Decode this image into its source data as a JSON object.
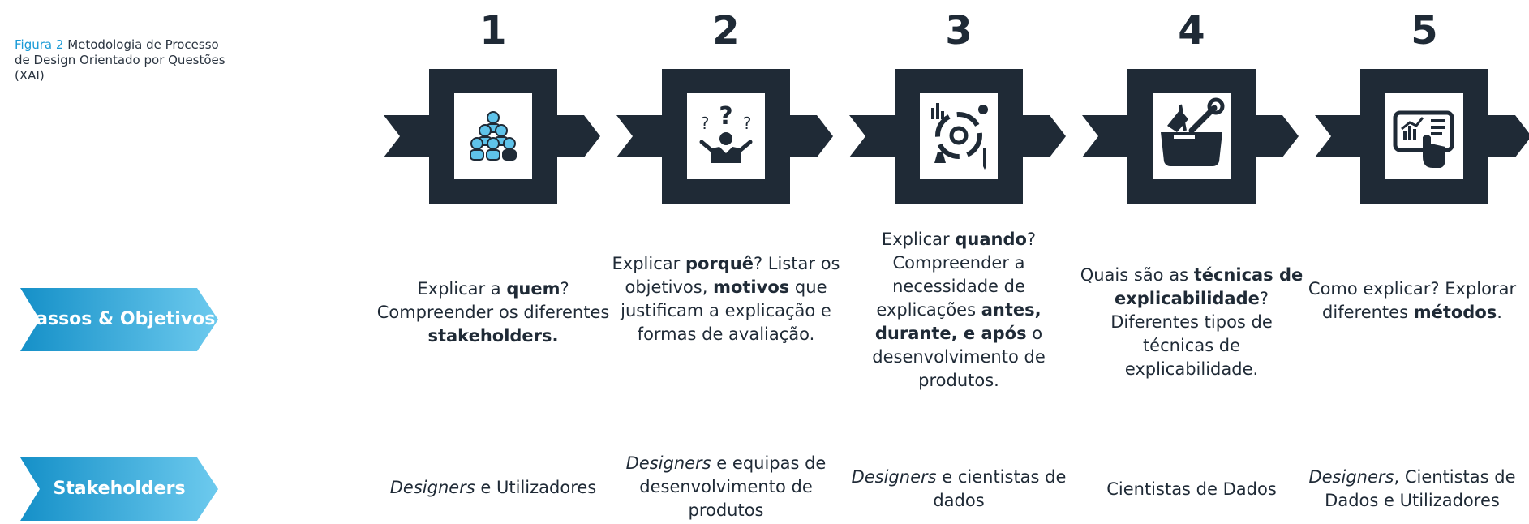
{
  "caption": {
    "figure_label": "Figura 2",
    "text": "Metodologia de Processo de Design Orientado por Questões (XAI)"
  },
  "rows": {
    "goals_label": "Passos & Objetivos",
    "stakeholders_label": "Stakeholders"
  },
  "colors": {
    "dark": "#1f2a36",
    "accent": "#1a9ad6",
    "chevron_light": "#62c6ec"
  },
  "steps": [
    {
      "number": "1",
      "icon": "people-group-icon",
      "goals": [
        {
          "t": "Explicar a "
        },
        {
          "t": "quem",
          "b": true
        },
        {
          "t": "? Compreender os diferentes "
        },
        {
          "t": "stakeholders.",
          "b": true
        }
      ],
      "stakeholders": [
        {
          "t": "Designers",
          "i": true
        },
        {
          "t": " e Utilizadores"
        }
      ]
    },
    {
      "number": "2",
      "icon": "question-person-icon",
      "goals": [
        {
          "t": "Explicar "
        },
        {
          "t": "porquê",
          "b": true
        },
        {
          "t": "? Listar os objetivos, "
        },
        {
          "t": "motivos",
          "b": true
        },
        {
          "t": " que justificam a explicação e formas de avaliação."
        }
      ],
      "stakeholders": [
        {
          "t": "Designers",
          "i": true
        },
        {
          "t": " e equipas de desenvolvimento de produtos"
        }
      ]
    },
    {
      "number": "3",
      "icon": "process-cycle-icon",
      "goals": [
        {
          "t": "Explicar "
        },
        {
          "t": "quando",
          "b": true
        },
        {
          "t": "? Compreender a necessidade de explicações "
        },
        {
          "t": "antes, durante, e após",
          "b": true
        },
        {
          "t": " o desenvolvimento de produtos."
        }
      ],
      "stakeholders": [
        {
          "t": "Designers",
          "i": true
        },
        {
          "t": " e cientistas de dados"
        }
      ]
    },
    {
      "number": "4",
      "icon": "toolbox-icon",
      "goals": [
        {
          "t": "Quais são as "
        },
        {
          "t": "técnicas de explicabilidade",
          "b": true
        },
        {
          "t": "? Diferentes tipos de técnicas de explicabilidade."
        }
      ],
      "stakeholders": [
        {
          "t": "Cientistas de Dados"
        }
      ]
    },
    {
      "number": "5",
      "icon": "touch-screen-icon",
      "goals": [
        {
          "t": "Como explicar? Explorar diferentes "
        },
        {
          "t": "métodos",
          "b": true
        },
        {
          "t": "."
        }
      ],
      "stakeholders": [
        {
          "t": "Designers",
          "i": true
        },
        {
          "t": ", Cientistas de Dados e Utilizadores"
        }
      ]
    }
  ]
}
